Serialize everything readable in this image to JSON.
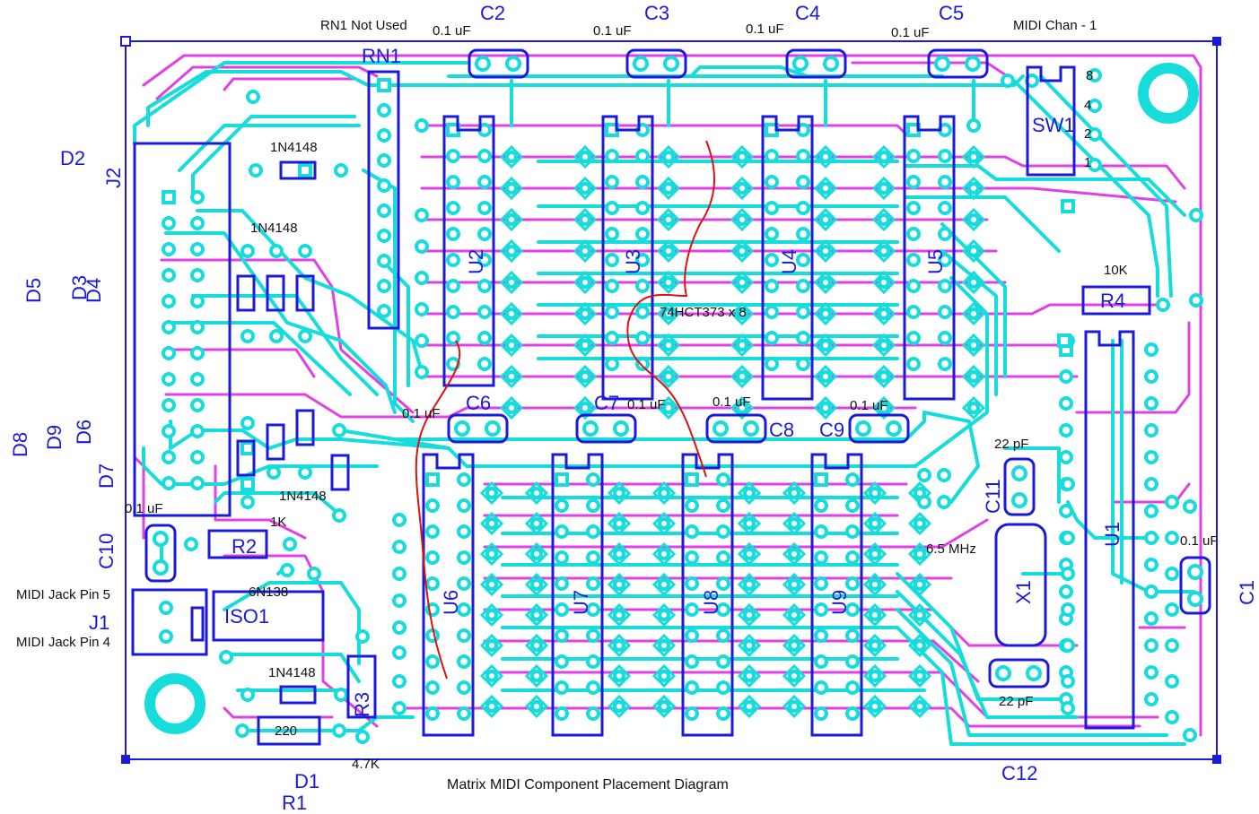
{
  "title": "Matrix MIDI Component Placement Diagram",
  "notes": {
    "rn1_not_used": "RN1 Not Used",
    "midi_chan": "MIDI Chan - 1",
    "midi_pin5": "MIDI Jack Pin 5",
    "midi_pin4": "MIDI Jack Pin 4",
    "latch_note": "74HCT373 x 8"
  },
  "switch_labels": [
    "8",
    "4",
    "2",
    "1"
  ],
  "components": {
    "C1": {
      "ref": "C1",
      "value": "0.1 uF"
    },
    "C2": {
      "ref": "C2",
      "value": "0.1 uF"
    },
    "C3": {
      "ref": "C3",
      "value": "0.1 uF"
    },
    "C4": {
      "ref": "C4",
      "value": "0.1 uF"
    },
    "C5": {
      "ref": "C5",
      "value": "0.1 uF"
    },
    "C6": {
      "ref": "C6",
      "value": "0.1 uF"
    },
    "C7": {
      "ref": "C7",
      "value": "0.1 uF"
    },
    "C8": {
      "ref": "C8",
      "value": "0.1 uF"
    },
    "C9": {
      "ref": "C9",
      "value": "0.1 uF"
    },
    "C10": {
      "ref": "C10",
      "value": "0.1 uF"
    },
    "C11": {
      "ref": "C11",
      "value": "22 pF"
    },
    "C12": {
      "ref": "C12",
      "value": "22 pF"
    },
    "R1": {
      "ref": "R1",
      "value": "4.7K"
    },
    "R2": {
      "ref": "R2",
      "value": "1K"
    },
    "R3": {
      "ref": "R3",
      "value": "220"
    },
    "R4": {
      "ref": "R4",
      "value": "10K"
    },
    "RN1": {
      "ref": "RN1"
    },
    "D1": {
      "ref": "D1",
      "value": "1N4148"
    },
    "D2": {
      "ref": "D2",
      "value": "1N4148"
    },
    "D3": {
      "ref": "D3"
    },
    "D4": {
      "ref": "D4",
      "value": "1N4148"
    },
    "D5": {
      "ref": "D5"
    },
    "D6": {
      "ref": "D6"
    },
    "D7": {
      "ref": "D7",
      "value": "1N4148"
    },
    "D8": {
      "ref": "D8"
    },
    "D9": {
      "ref": "D9"
    },
    "J1": {
      "ref": "J1"
    },
    "J2": {
      "ref": "J2"
    },
    "ISO1": {
      "ref": "ISO1",
      "value": "6N138"
    },
    "SW1": {
      "ref": "SW1"
    },
    "X1": {
      "ref": "X1",
      "value": "6.5 MHz"
    },
    "U1": {
      "ref": "U1"
    },
    "U2": {
      "ref": "U2"
    },
    "U3": {
      "ref": "U3"
    },
    "U4": {
      "ref": "U4"
    },
    "U5": {
      "ref": "U5"
    },
    "U6": {
      "ref": "U6"
    },
    "U7": {
      "ref": "U7"
    },
    "U8": {
      "ref": "U8"
    },
    "U9": {
      "ref": "U9"
    }
  },
  "colors": {
    "top_copper": "#16dcdc",
    "bottom_copper": "#e040e6",
    "silkscreen": "#1a1ad8",
    "jumper_wire": "#dd1111"
  }
}
